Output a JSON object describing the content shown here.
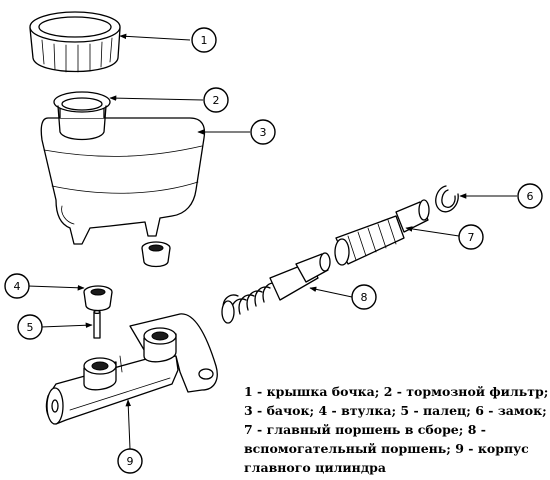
{
  "callouts": [
    "1",
    "2",
    "3",
    "4",
    "5",
    "6",
    "7",
    "8",
    "9"
  ],
  "caption": "1 - крышка бочка; 2 - тормозной фильтр; 3 - бачок; 4 - втулка; 5 - палец; 6 - замок; 7 - главный поршень в сборе; 8 - вспомогательный поршень; 9 - корпус главного цилиндра"
}
